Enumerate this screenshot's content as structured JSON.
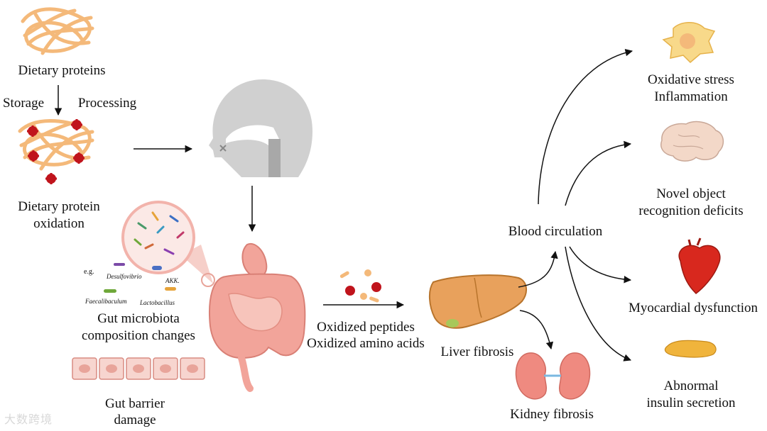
{
  "labels": {
    "dietary_proteins": "Dietary proteins",
    "storage": "Storage",
    "processing": "Processing",
    "oxidation_line1": "Dietary protein",
    "oxidation_line2": "oxidation",
    "gut_micro_line1": "Gut microbiota",
    "gut_micro_line2": "composition changes",
    "barrier_line1": "Gut barrier",
    "barrier_line2": "damage",
    "peptides_line1": "Oxidized peptides",
    "peptides_line2": "Oxidized amino acids",
    "liver_fibrosis": "Liver fibrosis",
    "kidney_fibrosis": "Kidney fibrosis",
    "blood_circulation": "Blood circulation",
    "oxidative_line1": "Oxidative stress",
    "oxidative_line2": "Inflammation",
    "novel_line1": "Novel object",
    "novel_line2": "recognition deficits",
    "myocardial": "Myocardial dysfunction",
    "insulin_line1": "Abnormal",
    "insulin_line2": "insulin secretion"
  },
  "bacteria": {
    "eg": "e.g.",
    "desulfovibrio": "Desulfovibrio",
    "akk": "AKK.",
    "faecalibaculum": "Faecalibaculum",
    "lactobacillus": "Lactobacillus"
  },
  "watermark": "大数跨境",
  "colors": {
    "noodle": "#f4b97a",
    "oxidant": "#c0141c",
    "gut": "#f2a49a",
    "liver": "#e8a15c",
    "kidney": "#ef8a80",
    "heart": "#d8281e",
    "pancreas": "#f0b43c",
    "brain": "#f3d8c8",
    "head": "#cfcfcf"
  }
}
